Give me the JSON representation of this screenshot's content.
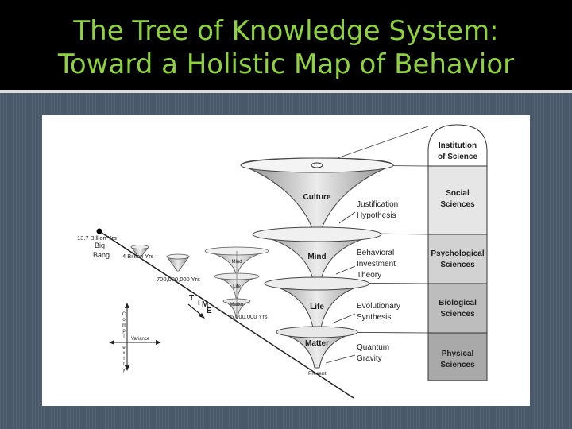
{
  "slide": {
    "title_line1": "The Tree of Knowledge  System:",
    "title_line2": "Toward a Holistic Map of Behavior"
  },
  "diagram": {
    "timeline": {
      "big_bang_years": "13.7 Billion Yrs",
      "big": "Big",
      "bang": "Bang",
      "four_billion": "4 Billion Yrs",
      "seven_hundred_million": "700,000,000 Yrs",
      "five_million": "5,000,000 Yrs",
      "present": "Present",
      "time_letters": [
        "T",
        "I",
        "M",
        "E"
      ]
    },
    "small_cones": {
      "mind": "Mind",
      "life": "Life",
      "matter": "Matter"
    },
    "cones": {
      "culture": "Culture",
      "mind": "Mind",
      "life": "Life",
      "matter": "Matter"
    },
    "theories": {
      "justification": [
        "Justification",
        "Hypothesis"
      ],
      "behavioral": [
        "Behavioral",
        "Investment",
        "Theory"
      ],
      "evolutionary": [
        "Evolutionary",
        "Synthesis"
      ],
      "quantum": [
        "Quantum",
        "Gravity"
      ]
    },
    "sciences": {
      "institution": [
        "Institution",
        "of Science"
      ],
      "social": [
        "Social",
        "Sciences"
      ],
      "psychological": [
        "Psychological",
        "Sciences"
      ],
      "biological": [
        "Biological",
        "Sciences"
      ],
      "physical": [
        "Physical",
        "Sciences"
      ]
    },
    "axes": {
      "complexity_letters": [
        "C",
        "o",
        "m",
        "p",
        "l",
        "e",
        "x",
        "i",
        "t",
        "y"
      ],
      "variance": "Variance"
    }
  }
}
